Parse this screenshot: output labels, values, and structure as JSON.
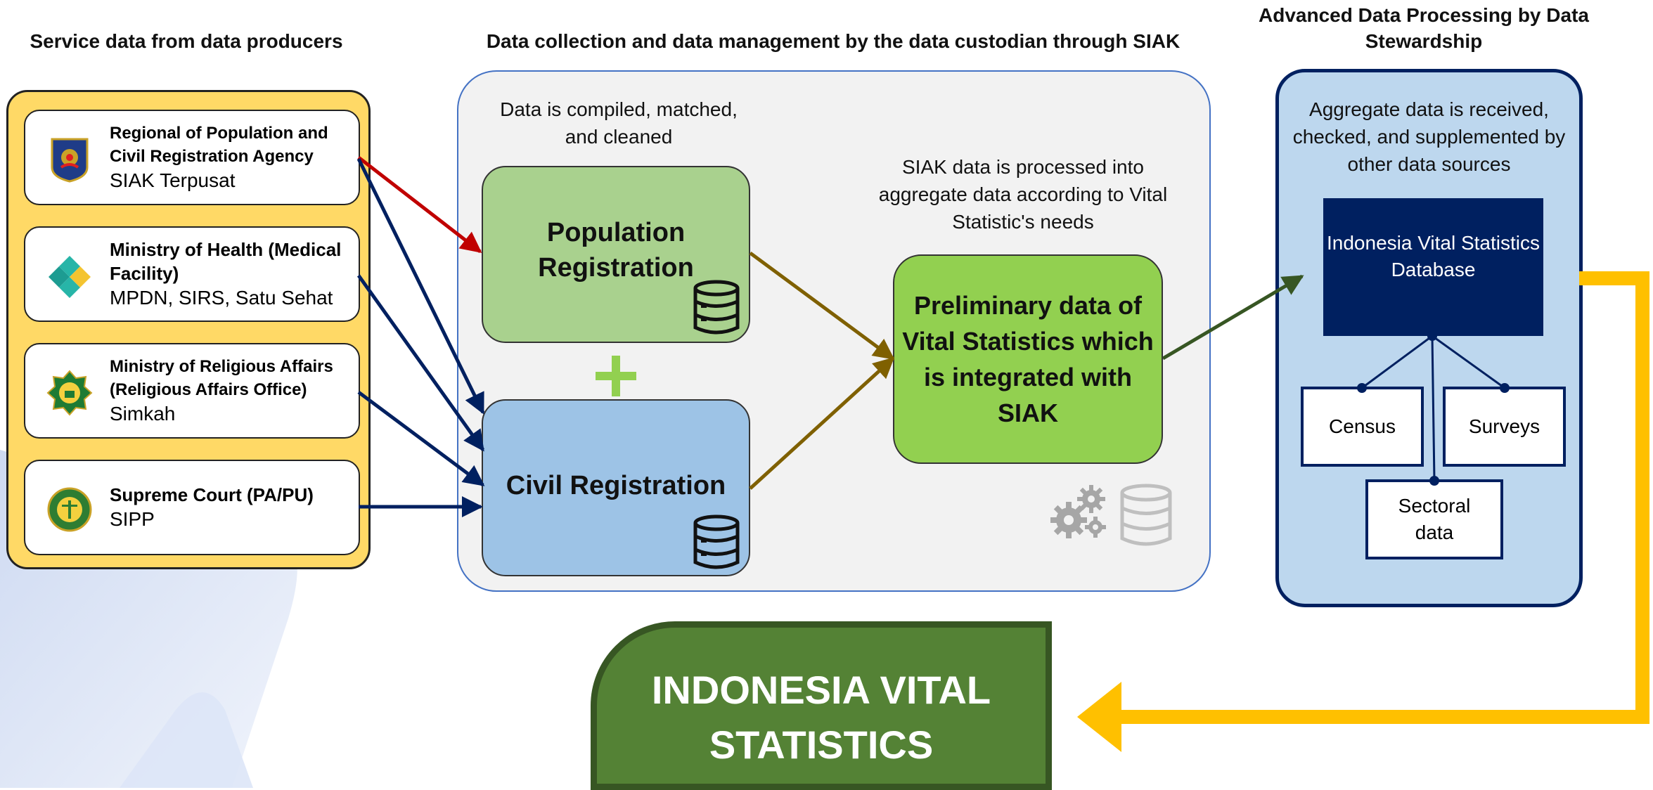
{
  "headers": {
    "producers": "Service data from data producers",
    "custodian": "Data collection and data management by the data custodian through SIAK",
    "stewardship": "Advanced Data Processing by Data Stewardship"
  },
  "producers": [
    {
      "name": "Regional of Population and Civil Registration Agency",
      "system": "SIAK Terpusat",
      "icon": "dukcapil-emblem-icon"
    },
    {
      "name": "Ministry of Health (Medical Facility)",
      "system": "MPDN, SIRS, Satu Sehat",
      "icon": "health-ministry-logo-icon"
    },
    {
      "name": "Ministry of Religious Affairs (Religious Affairs Office)",
      "system": "Simkah",
      "icon": "religious-affairs-emblem-icon"
    },
    {
      "name": "Supreme Court (PA/PU)",
      "system": "SIPP",
      "icon": "supreme-court-emblem-icon"
    }
  ],
  "middle": {
    "compile_note": "Data is compiled, matched, and cleaned",
    "population_registration": "Population Registration",
    "civil_registration": "Civil Registration",
    "process_note": "SIAK data is processed into aggregate data according to Vital Statistic's needs",
    "preliminary": "Preliminary data of Vital Statistics which is integrated with SIAK"
  },
  "right": {
    "receive_note": "Aggregate data is received, checked, and supplemented by other data sources",
    "database": "Indonesia Vital Statistics Database",
    "sources": [
      "Census",
      "Surveys",
      "Sectoral data"
    ]
  },
  "final": "INDONESIA VITAL STATISTICS",
  "colors": {
    "producers_panel": "#ffd966",
    "population_box": "#a9d18e",
    "civil_box": "#9dc3e6",
    "preliminary_box": "#92d050",
    "stewardship_panel": "#bdd7ee",
    "navy": "#002060",
    "final_box": "#548235",
    "red_arrow": "#c00000",
    "blue_arrow": "#002060",
    "brown_arrow": "#7f6000",
    "green_arrow": "#375623",
    "return_arrow": "#ffc000"
  }
}
